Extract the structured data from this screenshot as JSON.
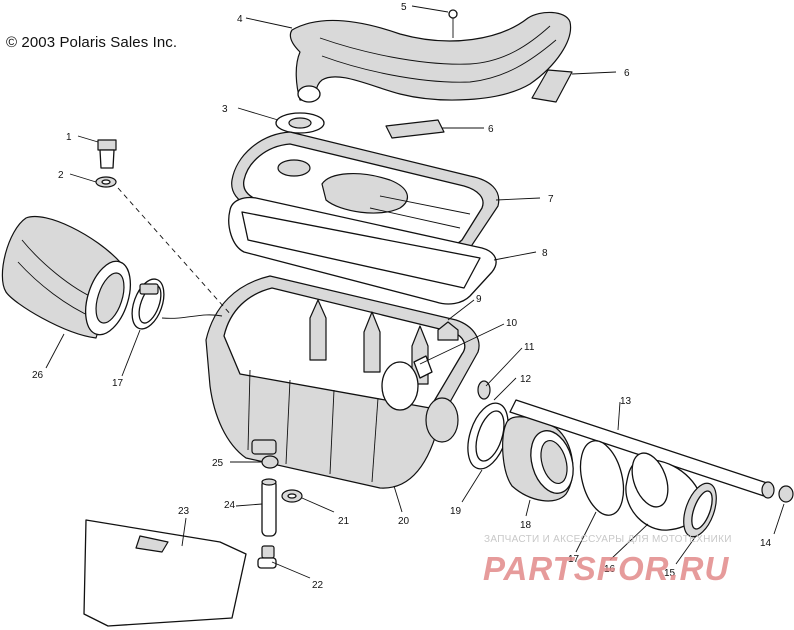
{
  "copyright": "© 2003 Polaris Sales Inc.",
  "watermark": {
    "tagline": "ЗАПЧАСТИ И АКСЕССУАРЫ ДЛЯ МОТОТЕХНИКИ",
    "brand": "PARTSFOR.RU"
  },
  "callouts": [
    "1",
    "2",
    "3",
    "4",
    "5",
    "6",
    "6",
    "7",
    "8",
    "9",
    "10",
    "11",
    "12",
    "13",
    "14",
    "15",
    "16",
    "17",
    "17",
    "18",
    "19",
    "20",
    "21",
    "22",
    "23",
    "24",
    "25",
    "26"
  ]
}
